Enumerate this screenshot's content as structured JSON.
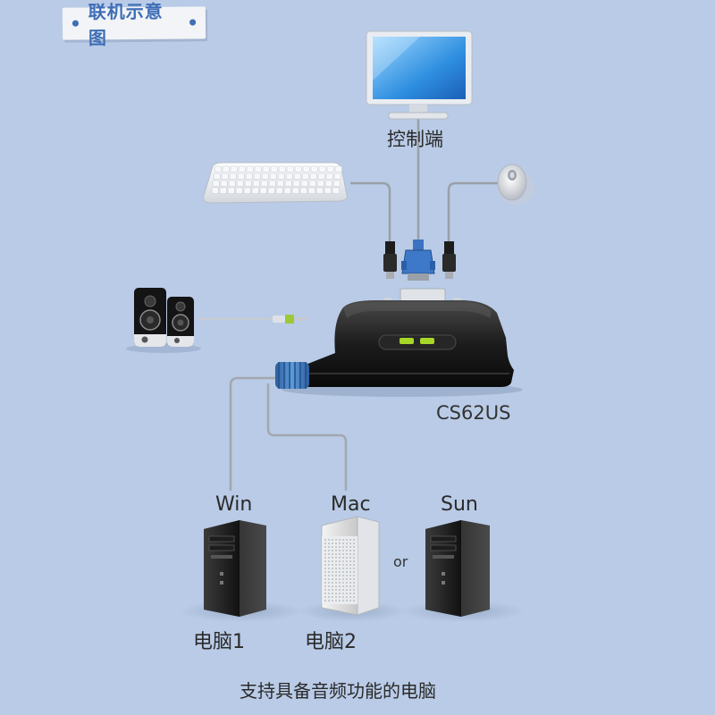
{
  "header": {
    "title": "联机示意图",
    "bullet_left": "•",
    "bullet_right": "•"
  },
  "console": {
    "label": "控制端"
  },
  "device": {
    "model": "CS62US"
  },
  "computers": [
    {
      "os": "Win",
      "label": "电脑1"
    },
    {
      "os": "Mac",
      "label": "电脑2"
    },
    {
      "os": "Sun",
      "label": ""
    }
  ],
  "or_label": "or",
  "footer": {
    "caption": "支持具备音频功能的电脑"
  },
  "colors": {
    "background": "#b9cbe6",
    "title_accent": "#3e6eb6",
    "led_green": "#a6d627",
    "cable_blue": "#3f73b5"
  }
}
